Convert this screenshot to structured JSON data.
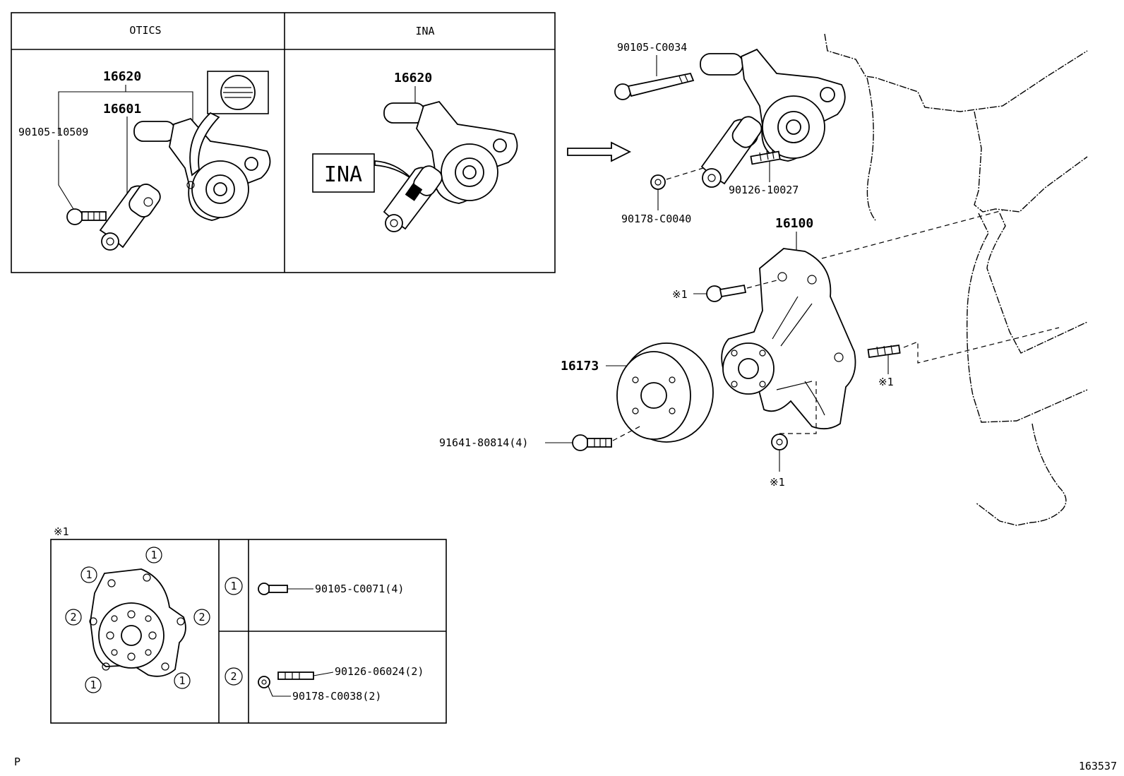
{
  "otics_box": {
    "header": "OTICS",
    "label_tensioner": "16620",
    "label_damper": "16601",
    "label_bolt": "90105-10509"
  },
  "ina_box": {
    "header": "INA",
    "label_tensioner": "16620",
    "badge": "INA"
  },
  "main": {
    "label_bolt_top": "90105-C0034",
    "label_stud_top": "90126-10027",
    "label_nut_top": "90178-C0040",
    "label_pump": "16100",
    "label_pulley": "16173",
    "label_pulley_bolt": "91641-80814(4)",
    "ref_mark_1": "※1",
    "ref_mark_2": "※1",
    "ref_mark_3": "※1"
  },
  "legend": {
    "title": "※1",
    "row1_num": "1",
    "row1_part": "90105-C0071(4)",
    "row2_num": "2",
    "row2_stud": "90126-06024(2)",
    "row2_nut": "90178-C0038(2)",
    "callout_1": "1",
    "callout_2": "2"
  },
  "footer": {
    "left_mark": "P",
    "figure_number": "163537"
  }
}
